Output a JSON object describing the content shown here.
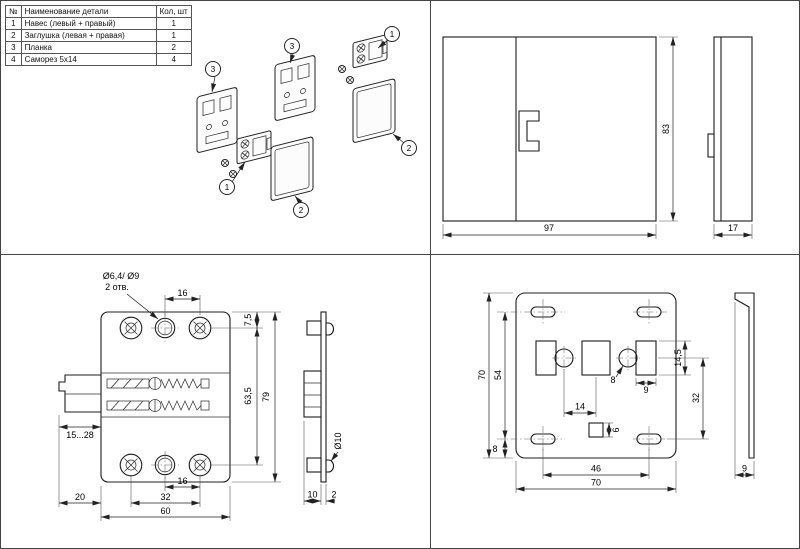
{
  "parts_table": {
    "headers": {
      "num": "№",
      "name": "Наименование детали",
      "qty": "Кол, шт"
    },
    "rows": [
      {
        "num": "1",
        "name": "Навес  (левый + правый)",
        "qty": "1"
      },
      {
        "num": "2",
        "name": "Заглушка (левая + правая)",
        "qty": "1"
      },
      {
        "num": "3",
        "name": "Планка",
        "qty": "2"
      },
      {
        "num": "4",
        "name": "Саморез  5х14",
        "qty": "4"
      }
    ]
  },
  "exploded_view": {
    "balloon_part1": "1",
    "balloon_part2": "2",
    "balloon_part3": "3"
  },
  "assembled_view": {
    "width": "97",
    "height": "83",
    "depth": "17"
  },
  "hanger_view": {
    "holes_label": "Ø6,4/ Ø9",
    "holes_note": "2 отв.",
    "hole_pitch_x_top": "16",
    "top_margin": "7,5",
    "hole_pitch_y": "63,5",
    "overall_height": "79",
    "adjust_range": "15...28",
    "arm_extension": "20",
    "hole_pitch_x_bottom": "16",
    "hole_span": "32",
    "overall_width": "60",
    "side_depth": "10",
    "plate_thickness": "2",
    "boss_diameter": "Ø10"
  },
  "cover_view": {
    "overall_height": "70",
    "slot_pitch_y": "54",
    "slot_margin_bottom": "8",
    "hole_offset": "14",
    "notch_width": "6",
    "hole_diameter": "8",
    "window_width": "9",
    "window_height": "14,5",
    "center_to_slot": "32",
    "slot_pitch_x": "46",
    "overall_width": "70",
    "side_depth": "9"
  }
}
